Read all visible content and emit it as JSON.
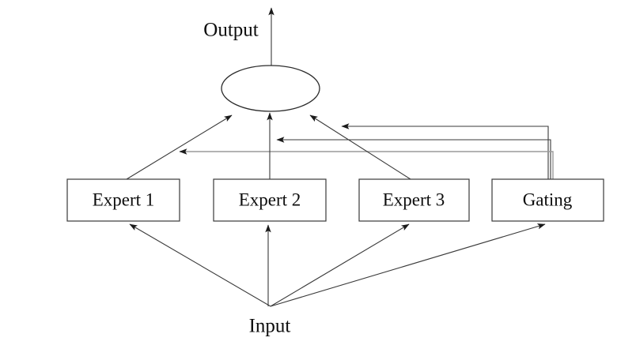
{
  "diagram": {
    "title": "Mixture of Experts architecture",
    "type": "block-diagram",
    "colors": {
      "stroke": "#222222",
      "stroke_light": "#9a9a9a",
      "box_fill": "#ffffff",
      "text": "#0d0d0d",
      "background": "#ffffff"
    },
    "nodes": {
      "output_label": "Output",
      "input_label": "Input",
      "combiner": "",
      "boxes": [
        {
          "id": "expert-1",
          "label": "Expert 1"
        },
        {
          "id": "expert-2",
          "label": "Expert 2"
        },
        {
          "id": "expert-3",
          "label": "Expert 3"
        },
        {
          "id": "gating",
          "label": "Gating"
        }
      ]
    },
    "edges": [
      {
        "from": "combiner",
        "to": "output-label",
        "kind": "arrow-up"
      },
      {
        "from": "expert-1",
        "to": "combiner",
        "kind": "arrow-diagonal"
      },
      {
        "from": "expert-2",
        "to": "combiner",
        "kind": "arrow-up"
      },
      {
        "from": "expert-3",
        "to": "combiner",
        "kind": "arrow-diagonal"
      },
      {
        "from": "gating",
        "to": "combiner",
        "kind": "arrow-elbow-1"
      },
      {
        "from": "gating",
        "to": "expert-2-path",
        "kind": "arrow-elbow-2"
      },
      {
        "from": "gating",
        "to": "expert-1-path",
        "kind": "arrow-elbow-3"
      },
      {
        "from": "input",
        "to": "expert-1",
        "kind": "arrow-diagonal"
      },
      {
        "from": "input",
        "to": "expert-2",
        "kind": "arrow-up"
      },
      {
        "from": "input",
        "to": "expert-3",
        "kind": "arrow-diagonal"
      },
      {
        "from": "input",
        "to": "gating",
        "kind": "arrow-diagonal"
      }
    ]
  }
}
